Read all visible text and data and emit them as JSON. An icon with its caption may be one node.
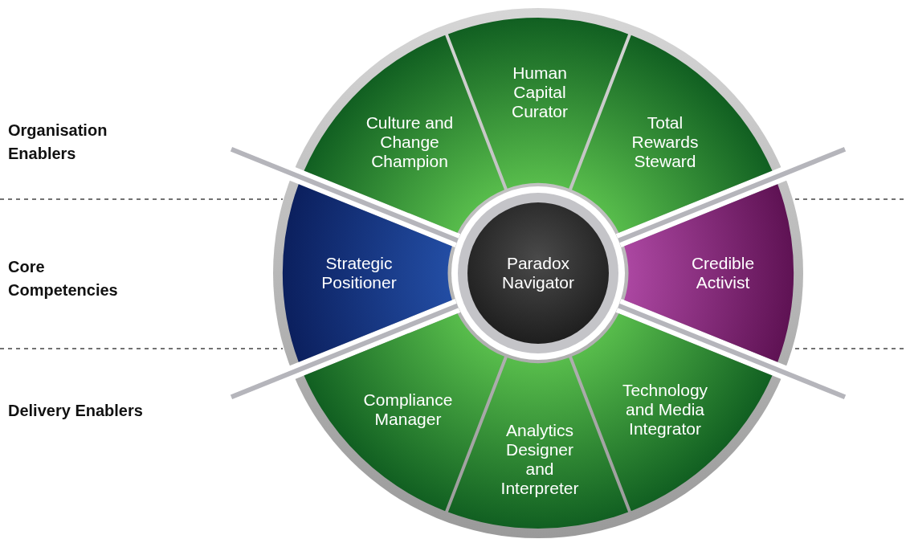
{
  "diagram": {
    "nodes": [
      {
        "text": [
          "Culture and Change Champion"
        ]
      },
      {
        "text": [
          "Human Capital Curator"
        ]
      },
      {
        "text": [
          "Total Rewards Steward"
        ]
      },
      {
        "text": [
          "Strategic Positioner"
        ]
      },
      {
        "text": [
          "Paradox Navigator"
        ]
      },
      {
        "text": [
          "Credible Activist"
        ]
      },
      {
        "text": [
          "Compliance Manager"
        ]
      },
      {
        "text": [
          "Analytics Designer and Interpreter"
        ]
      },
      {
        "text": [
          "Technology and Media Integrator"
        ]
      }
    ],
    "labels": [
      "Organisation Enablers",
      "Core Competencies",
      "Delivery Enablers"
    ]
  }
}
